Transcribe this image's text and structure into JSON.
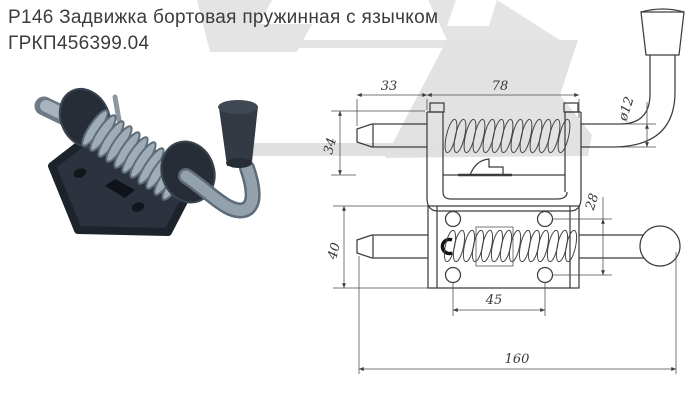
{
  "title": {
    "line1": "Р146 Задвижка бортовая пружинная с язычком",
    "line2": "ГРКП456399.04"
  },
  "drawing": {
    "side_view": {
      "dim_33": "33",
      "dim_78": "78",
      "dim_diameter": "ø12",
      "dim_34": "34"
    },
    "plan_view": {
      "dim_40": "40",
      "dim_28": "28",
      "dim_45": "45",
      "dim_160": "160"
    }
  },
  "colors": {
    "background": "#ffffff",
    "line": "#3d3d3d",
    "watermark": "#e4e4e4",
    "metal_light": "#a6b3be",
    "metal_dark": "#2b323c",
    "knob": "#333a44",
    "text": "#3c3c3c"
  }
}
